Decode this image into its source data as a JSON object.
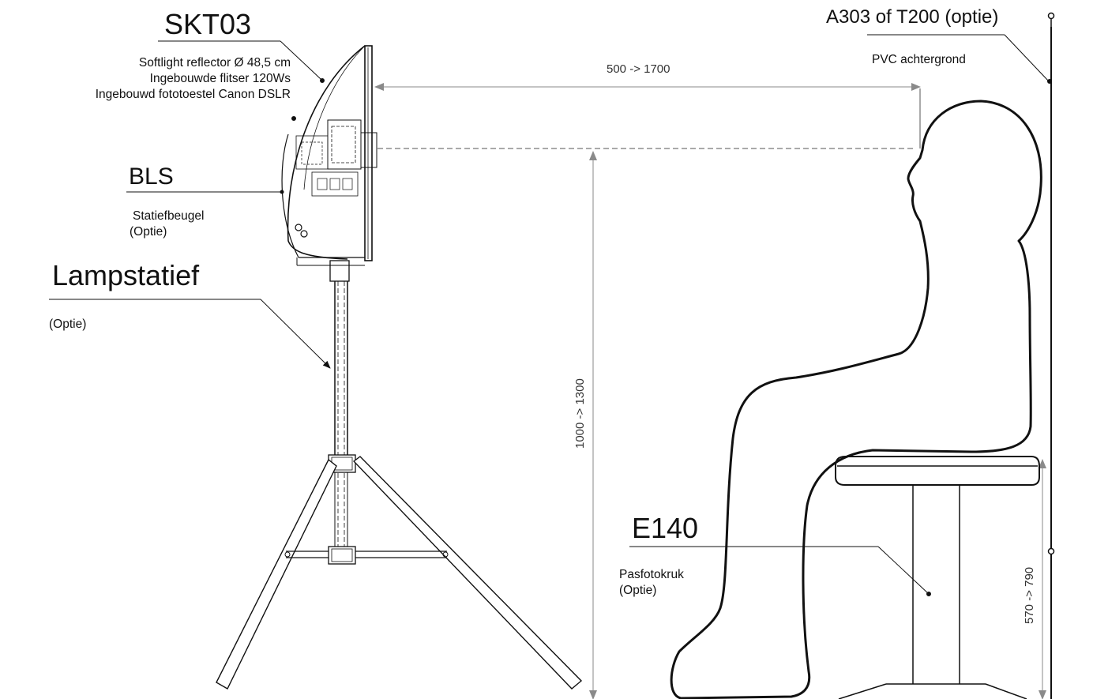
{
  "labels": {
    "skt03": {
      "title": "SKT03",
      "lines": [
        "Softlight reflector Ø 48,5 cm",
        "Ingebouwde flitser 120Ws",
        "Ingebouwd fototoestel Canon DSLR"
      ]
    },
    "bls": {
      "title": "BLS",
      "lines": [
        "Statiefbeugel",
        "(Optie)"
      ]
    },
    "lampstatief": {
      "title": "Lampstatief",
      "lines": [
        "(Optie)"
      ]
    },
    "e140": {
      "title": "E140",
      "lines": [
        "Pasfotokruk",
        "(Optie)"
      ]
    },
    "backdrop": {
      "title": "A303 of T200 (optie)",
      "subtitle": "PVC achtergrond"
    }
  },
  "dimensions": {
    "distance": "500 -> 1700",
    "height": "1000 -> 1300",
    "seat": "570 -> 790"
  },
  "colors": {
    "line": "#111111",
    "dimension": "#8a8a8a",
    "dashed": "#555555"
  }
}
